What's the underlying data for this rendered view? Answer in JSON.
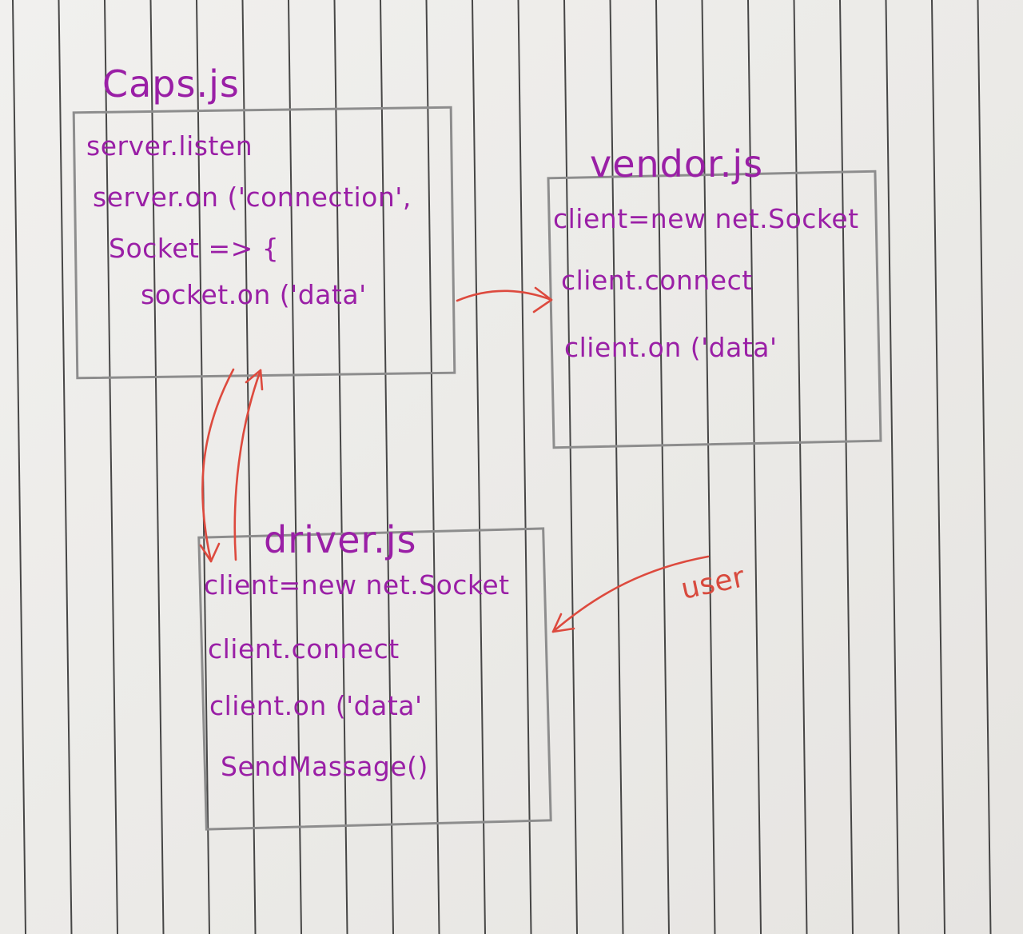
{
  "diagram": {
    "caps": {
      "title": "Caps.js",
      "lines": [
        "server.listen",
        "server.on ('connection',",
        "Socket => {",
        "socket.on ('data'"
      ]
    },
    "vendor": {
      "title": "vendor.js",
      "lines": [
        "client=new net.Socket",
        "client.connect",
        "client.on ('data'"
      ]
    },
    "driver": {
      "title": "driver.js",
      "lines": [
        "client=new net.Socket",
        "client.connect",
        "client.on ('data'",
        "SendMassage()"
      ]
    },
    "user_label": "user",
    "colors": {
      "ink_text": "#9a1fa6",
      "ink_arrows": "#dd4a3e",
      "pencil": "#8d8d8d",
      "paper": "#eeece8",
      "rules": "#2a2a2a"
    },
    "connections": [
      {
        "from": "caps",
        "to": "vendor"
      },
      {
        "from": "caps",
        "to": "driver"
      },
      {
        "from": "driver",
        "to": "caps"
      },
      {
        "from": "user",
        "to": "driver"
      }
    ]
  }
}
